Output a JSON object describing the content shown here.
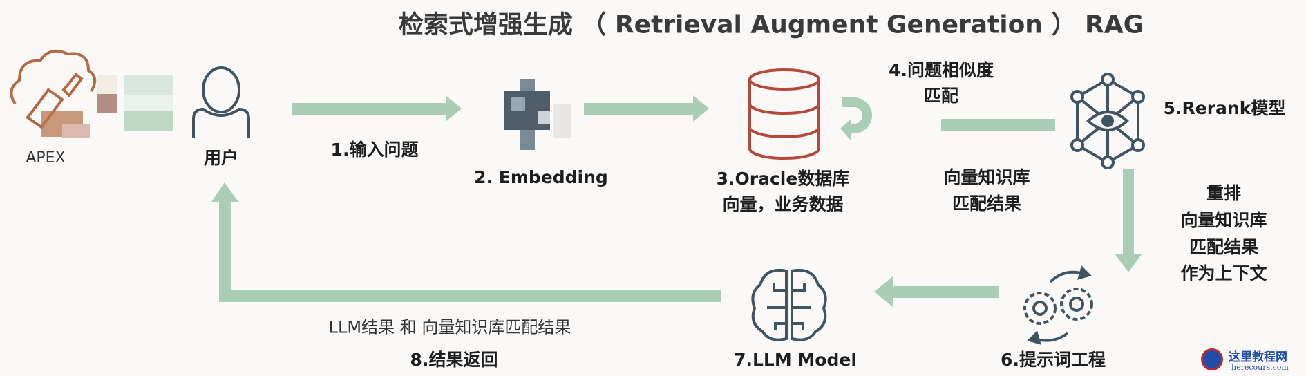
{
  "title": "检索式增强生成 （ Retrieval Augment Generation ） RAG",
  "colors": {
    "arrow": "#a9cdb5",
    "db": "#b5483a",
    "icon": "#3f5563",
    "apex": "#b36a44"
  },
  "nodes": {
    "apex": {
      "label": "APEX",
      "icon": "apex-cloud-icon"
    },
    "user": {
      "label": "用户",
      "icon": "user-icon"
    },
    "embedding": {
      "label": "2. Embedding",
      "icon": "embedding-icon"
    },
    "database": {
      "label_line1": "3.Oracle数据库",
      "label_line2": "向量，业务数据",
      "icon": "database-icon"
    },
    "rerank": {
      "label": "5.Rerank模型",
      "icon": "network-eye-icon"
    },
    "prompt": {
      "label": "6.提示词工程",
      "icon": "gears-icon"
    },
    "llm": {
      "label": "7.LLM Model",
      "icon": "brain-icon"
    }
  },
  "edges": {
    "step1": "1.输入问题",
    "step4_line1": "4.问题相似度",
    "step4_line2": "匹配",
    "match_line1": "向量知识库",
    "match_line2": "匹配结果",
    "rerank_lines": [
      "重排",
      "向量知识库",
      "匹配结果",
      "作为上下文"
    ],
    "return_line1": "LLM结果 和 向量知识库匹配结果",
    "return_line2": "8.结果返回"
  },
  "watermark": {
    "name": "这里教程网",
    "url": "herecours.com"
  }
}
